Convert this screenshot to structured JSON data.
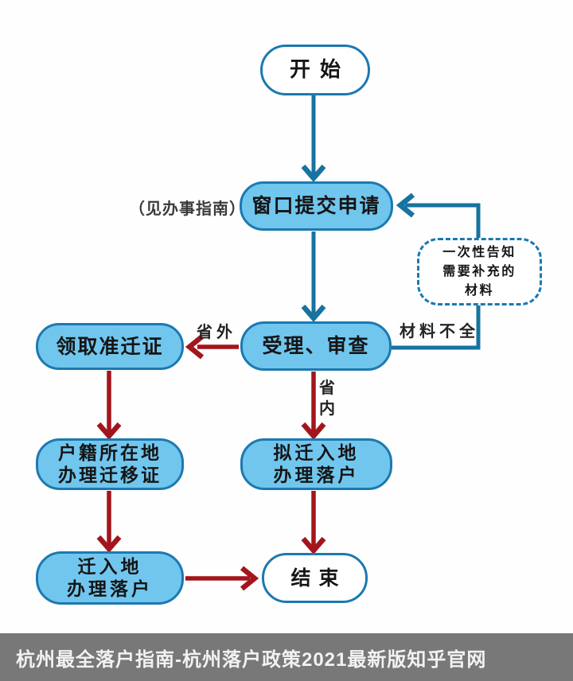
{
  "diagram": {
    "title_semantic": "Hangzhou hukou settlement process flowchart",
    "nodes": {
      "start": {
        "label": "开始"
      },
      "window_submit": {
        "label": "窗口提交申请"
      },
      "supplement_note": {
        "label": "一次性告知\n需要补充的\n材料"
      },
      "accept_review": {
        "label": "受理、审查"
      },
      "get_permit": {
        "label": "领取准迁证"
      },
      "hukou_origin": {
        "label": "户籍所在地\n办理迁移证"
      },
      "target_settle": {
        "label": "拟迁入地\n办理落户"
      },
      "movein_settle": {
        "label": "迁入地\n办理落户"
      },
      "end": {
        "label": "结束"
      }
    },
    "labels": {
      "guide_note": "（见办事指南）",
      "out_of_province": "省外",
      "materials_incomplete": "材料不全",
      "in_province": "省\n内"
    },
    "colors": {
      "node_fill": "#71c6ee",
      "node_border": "#1c79b0",
      "main_flow_arrow": "#17739f",
      "branch_arrow": "#a3151c",
      "caption_bg": "#787878",
      "caption_text": "#f2f2f2"
    }
  },
  "caption": {
    "text": "杭州最全落户指南-杭州落户政策2021最新版知乎官网"
  }
}
